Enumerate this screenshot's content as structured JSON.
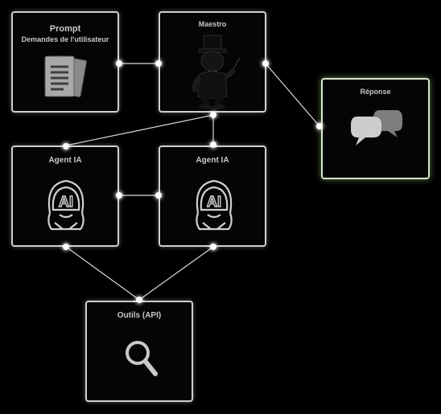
{
  "nodes": {
    "prompt": {
      "title": "Prompt",
      "subtitle": "Demandes de l'utilisateur",
      "icon": "document-stack-icon"
    },
    "maestro": {
      "title": "Maestro",
      "icon": "conductor-top-hat-icon"
    },
    "reponse": {
      "title": "Réponse",
      "icon": "chat-bubbles-icon"
    },
    "agent1": {
      "title": "Agent IA",
      "icon": "ai-hooded-figure-icon"
    },
    "agent2": {
      "title": "Agent IA",
      "icon": "ai-hooded-figure-icon"
    },
    "outils": {
      "title": "Outils (API)",
      "icon": "magnifier-icon"
    }
  },
  "colors": {
    "background": "#000000",
    "node_border": "#cfcfcf",
    "response_glow": "#a8e08c",
    "connector": "#d8d8d8"
  }
}
